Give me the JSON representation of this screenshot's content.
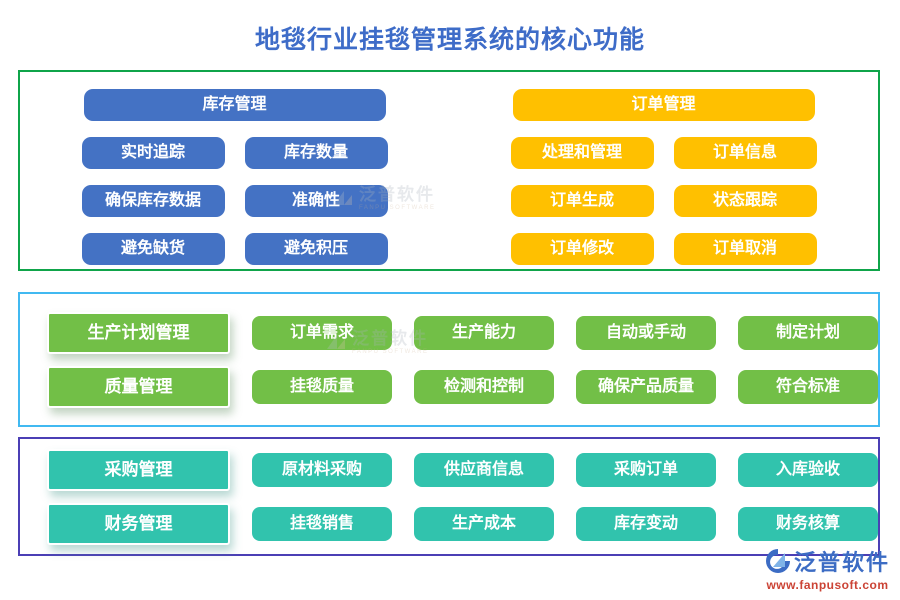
{
  "title": "地毯行业挂毯管理系统的核心功能",
  "top": {
    "inventory": {
      "header": "库存管理",
      "items": [
        "实时追踪",
        "库存数量",
        "确保库存数据",
        "准确性",
        "避免缺货",
        "避免积压"
      ]
    },
    "orders": {
      "header": "订单管理",
      "items": [
        "处理和管理",
        "订单信息",
        "订单生成",
        "状态跟踪",
        "订单修改",
        "订单取消"
      ]
    }
  },
  "middle": {
    "rows": [
      {
        "header": "生产计划管理",
        "items": [
          "订单需求",
          "生产能力",
          "自动或手动",
          "制定计划"
        ]
      },
      {
        "header": "质量管理",
        "items": [
          "挂毯质量",
          "检测和控制",
          "确保产品质量",
          "符合标准"
        ]
      }
    ]
  },
  "bottom": {
    "rows": [
      {
        "header": "采购管理",
        "items": [
          "原材料采购",
          "供应商信息",
          "采购订单",
          "入库验收"
        ]
      },
      {
        "header": "财务管理",
        "items": [
          "挂毯销售",
          "生产成本",
          "库存变动",
          "财务核算"
        ]
      }
    ]
  },
  "watermark": {
    "brand": "泛普软件",
    "subtitle": "FANPU SOFTWARE"
  },
  "logo": {
    "brand": "泛普软件",
    "website": "www.fanpusoft.com"
  },
  "colors": {
    "title": "#3E6CC8",
    "inventory": "#4472C4",
    "orders": "#FFC000",
    "production": "#72BF47",
    "procurement": "#31C3AD",
    "top_border": "#0FA44A",
    "middle_border": "#41B9F1",
    "bottom_border": "#4B3FB5"
  }
}
